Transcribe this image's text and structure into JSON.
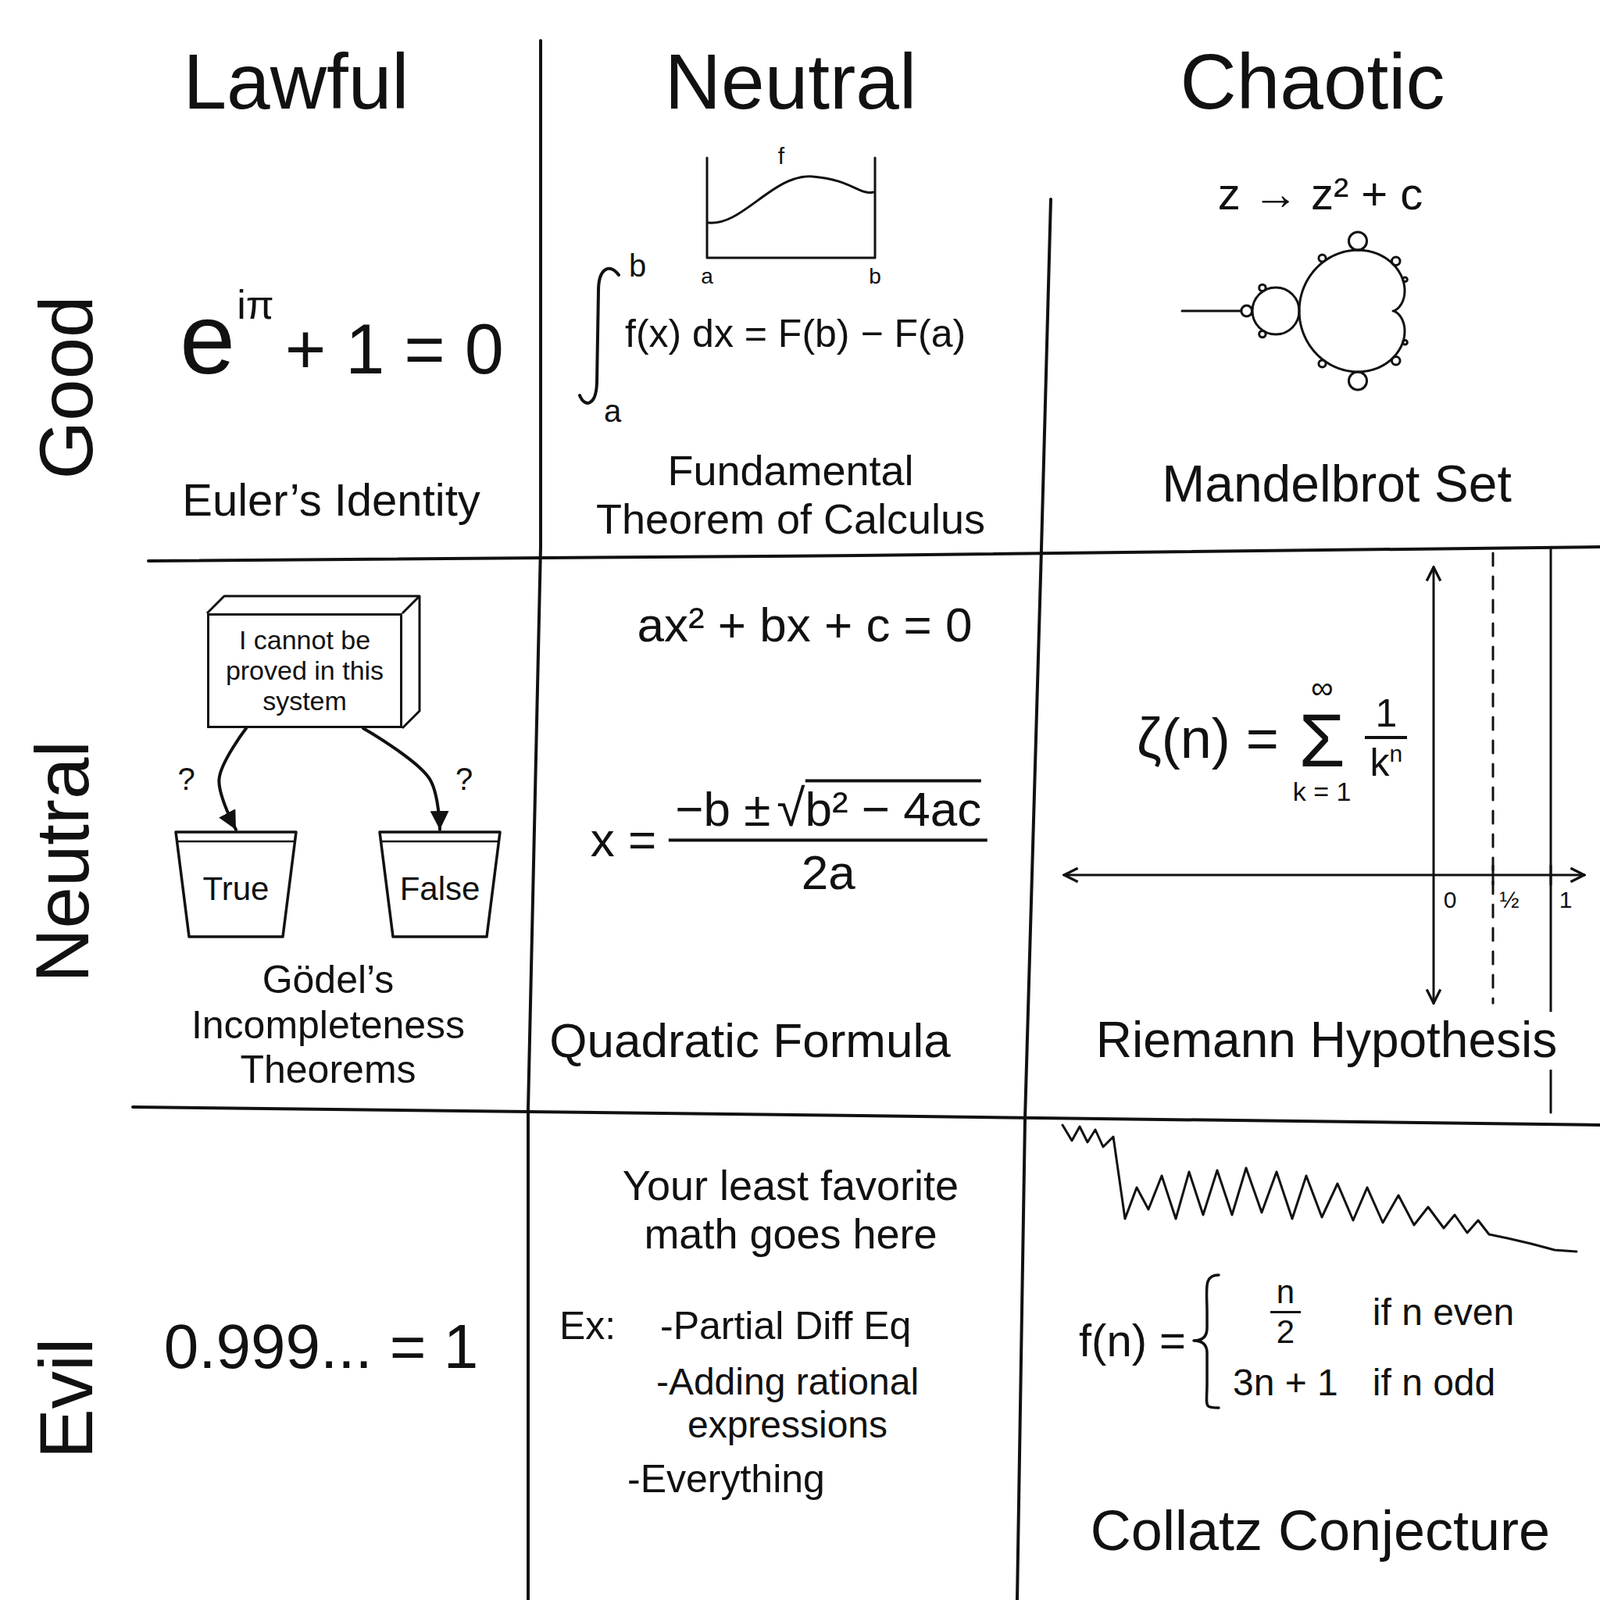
{
  "diagram": {
    "nodes": [
      {
        "text": [
          "I cannot be proved in this system"
        ]
      },
      {
        "text": [
          "True"
        ]
      },
      {
        "text": [
          "False"
        ]
      }
    ],
    "edges": [
      {
        "from": 0,
        "to": 1,
        "arrow": "to",
        "label": "?"
      },
      {
        "from": 0,
        "to": 2,
        "arrow": "to",
        "label": "?"
      }
    ],
    "labels": [
      "Lawful",
      "Neutral",
      "Chaotic",
      "Good",
      "e",
      "iπ",
      "+ 1 = 0",
      "Euler’s Identity",
      "f",
      "a",
      "b",
      "b",
      "a",
      "f(x) dx = F(b) − F(a)",
      "Fundamental Theorem of Calculus",
      "z → z² + c",
      "Mandelbrot Set",
      "Neutral",
      "Gödel’s Incompleteness Theorems",
      "ax² + bx + c = 0",
      "x =",
      "−b ±",
      "√",
      "b² − 4ac",
      "2a",
      "Quadratic Formula",
      "ζ(n) =",
      "∞",
      "Σ",
      "k = 1",
      "1",
      "k",
      "n",
      "0",
      "½",
      "1",
      "Riemann Hypothesis",
      "Evil",
      "0.999... = 1",
      "Your least favorite math goes here",
      "Ex:",
      "-Partial Diff Eq",
      "-Adding rational expressions",
      "-Everything",
      "f(n) =",
      "n",
      "2",
      "if n even",
      "3n + 1",
      "if n odd",
      "Collatz Conjecture"
    ]
  }
}
